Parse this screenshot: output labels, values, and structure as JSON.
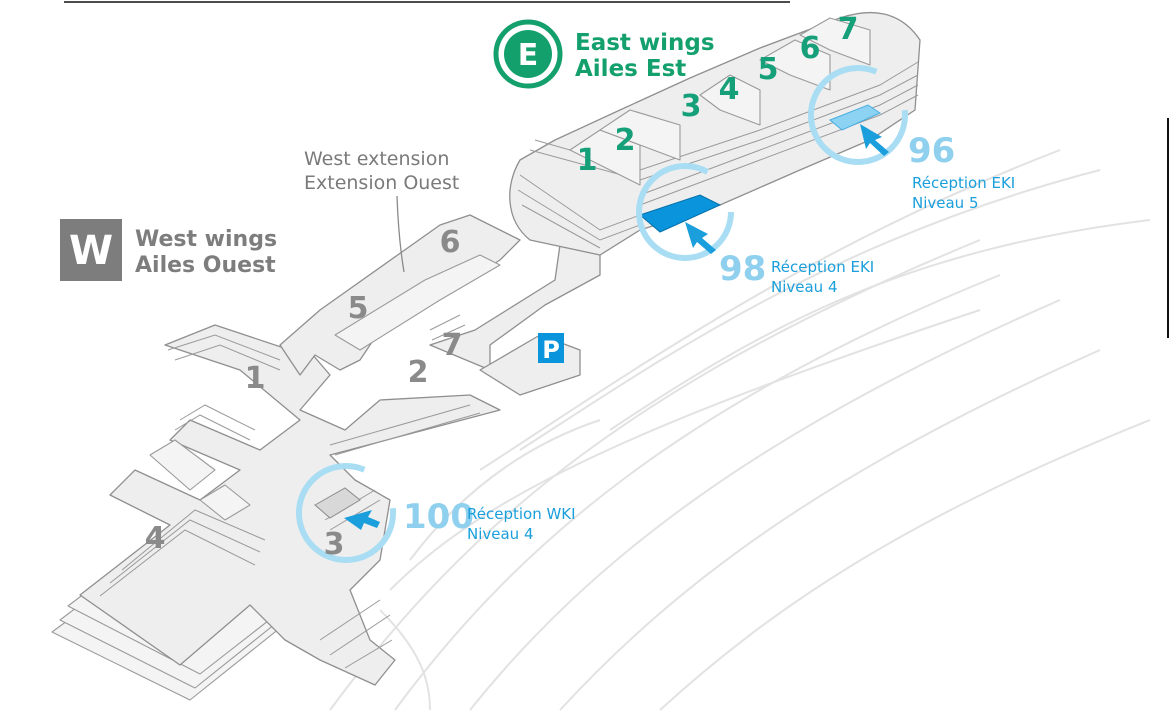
{
  "east": {
    "badge_letter": "E",
    "title_line1": "East wings",
    "title_line2": "Ailes Est",
    "brand_color": "#14a06c",
    "wings": [
      "1",
      "2",
      "3",
      "4",
      "5",
      "6",
      "7"
    ]
  },
  "west": {
    "badge_letter": "W",
    "title_line1": "West wings",
    "title_line2": "Ailes Ouest",
    "badge_color": "#7d7d7d",
    "wings": [
      "1",
      "2",
      "3",
      "4"
    ]
  },
  "west_extension": {
    "line1": "West extension",
    "line2": "Extension Ouest",
    "wings": [
      "5",
      "6",
      "7"
    ]
  },
  "parking": {
    "label": "P",
    "color": "#0a94dc"
  },
  "receptions": [
    {
      "number": "96",
      "name": "Réception EKI",
      "level": "Niveau 5"
    },
    {
      "number": "98",
      "name": "Réception EKI",
      "level": "Niveau 4"
    },
    {
      "number": "100",
      "name": "Réception WKI",
      "level": "Niveau 4"
    }
  ],
  "colors": {
    "reception_accent": "#1a9fdc",
    "reception_ring": "#8fd0ee"
  }
}
